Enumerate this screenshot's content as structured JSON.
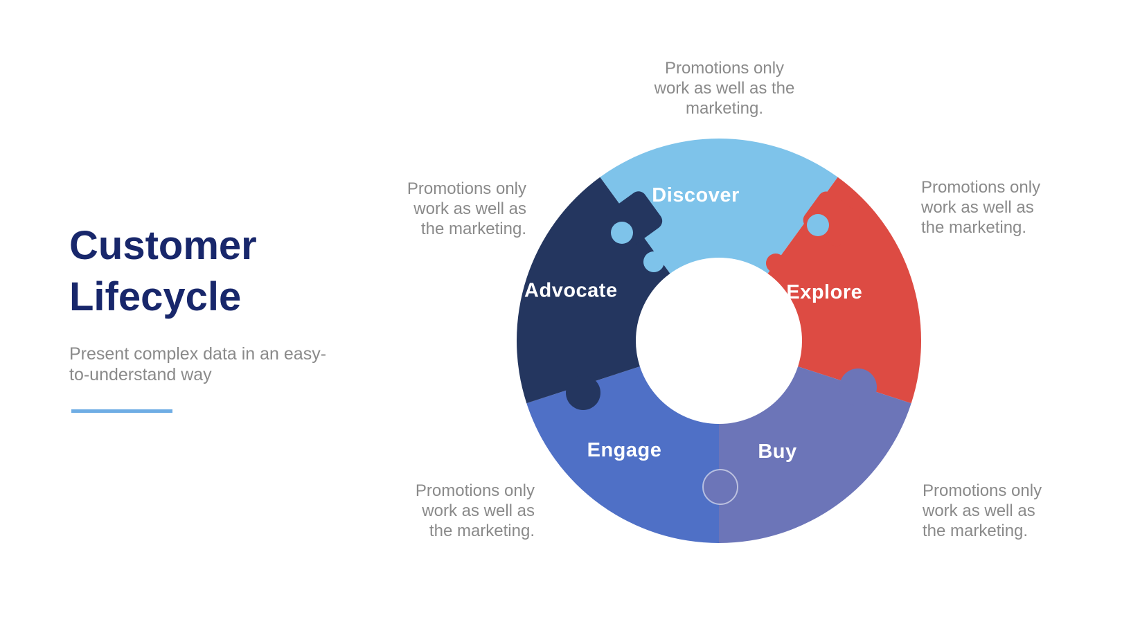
{
  "header": {
    "title_line1": "Customer",
    "title_line2": "Lifecycle",
    "subtitle": "Present complex data in an easy-\nto-understand way",
    "title_color": "#18276B",
    "subtitle_color": "#8A8A8A",
    "underline_color": "#6FADE4"
  },
  "wheel": {
    "segments": [
      {
        "label": "Discover",
        "color": "#7EC3EA"
      },
      {
        "label": "Explore",
        "color": "#DD4B43"
      },
      {
        "label": "Buy",
        "color": "#6C75B8"
      },
      {
        "label": "Engage",
        "color": "#4F70C6"
      },
      {
        "label": "Advocate",
        "color": "#24365F"
      }
    ],
    "label_color": "#FFFFFF",
    "hole_color": "#FFFFFF"
  },
  "annotations": {
    "color": "#8A8A8A",
    "top": {
      "text": "Promotions only\nwork as well as the\nmarketing."
    },
    "upper_left": {
      "text": "Promotions only\nwork as well as\nthe marketing."
    },
    "upper_right": {
      "text": "Promotions only\nwork as well as\nthe marketing."
    },
    "lower_left": {
      "text": "Promotions only\nwork as well as\nthe marketing."
    },
    "lower_right": {
      "text": "Promotions only\nwork as well as\nthe marketing."
    }
  }
}
